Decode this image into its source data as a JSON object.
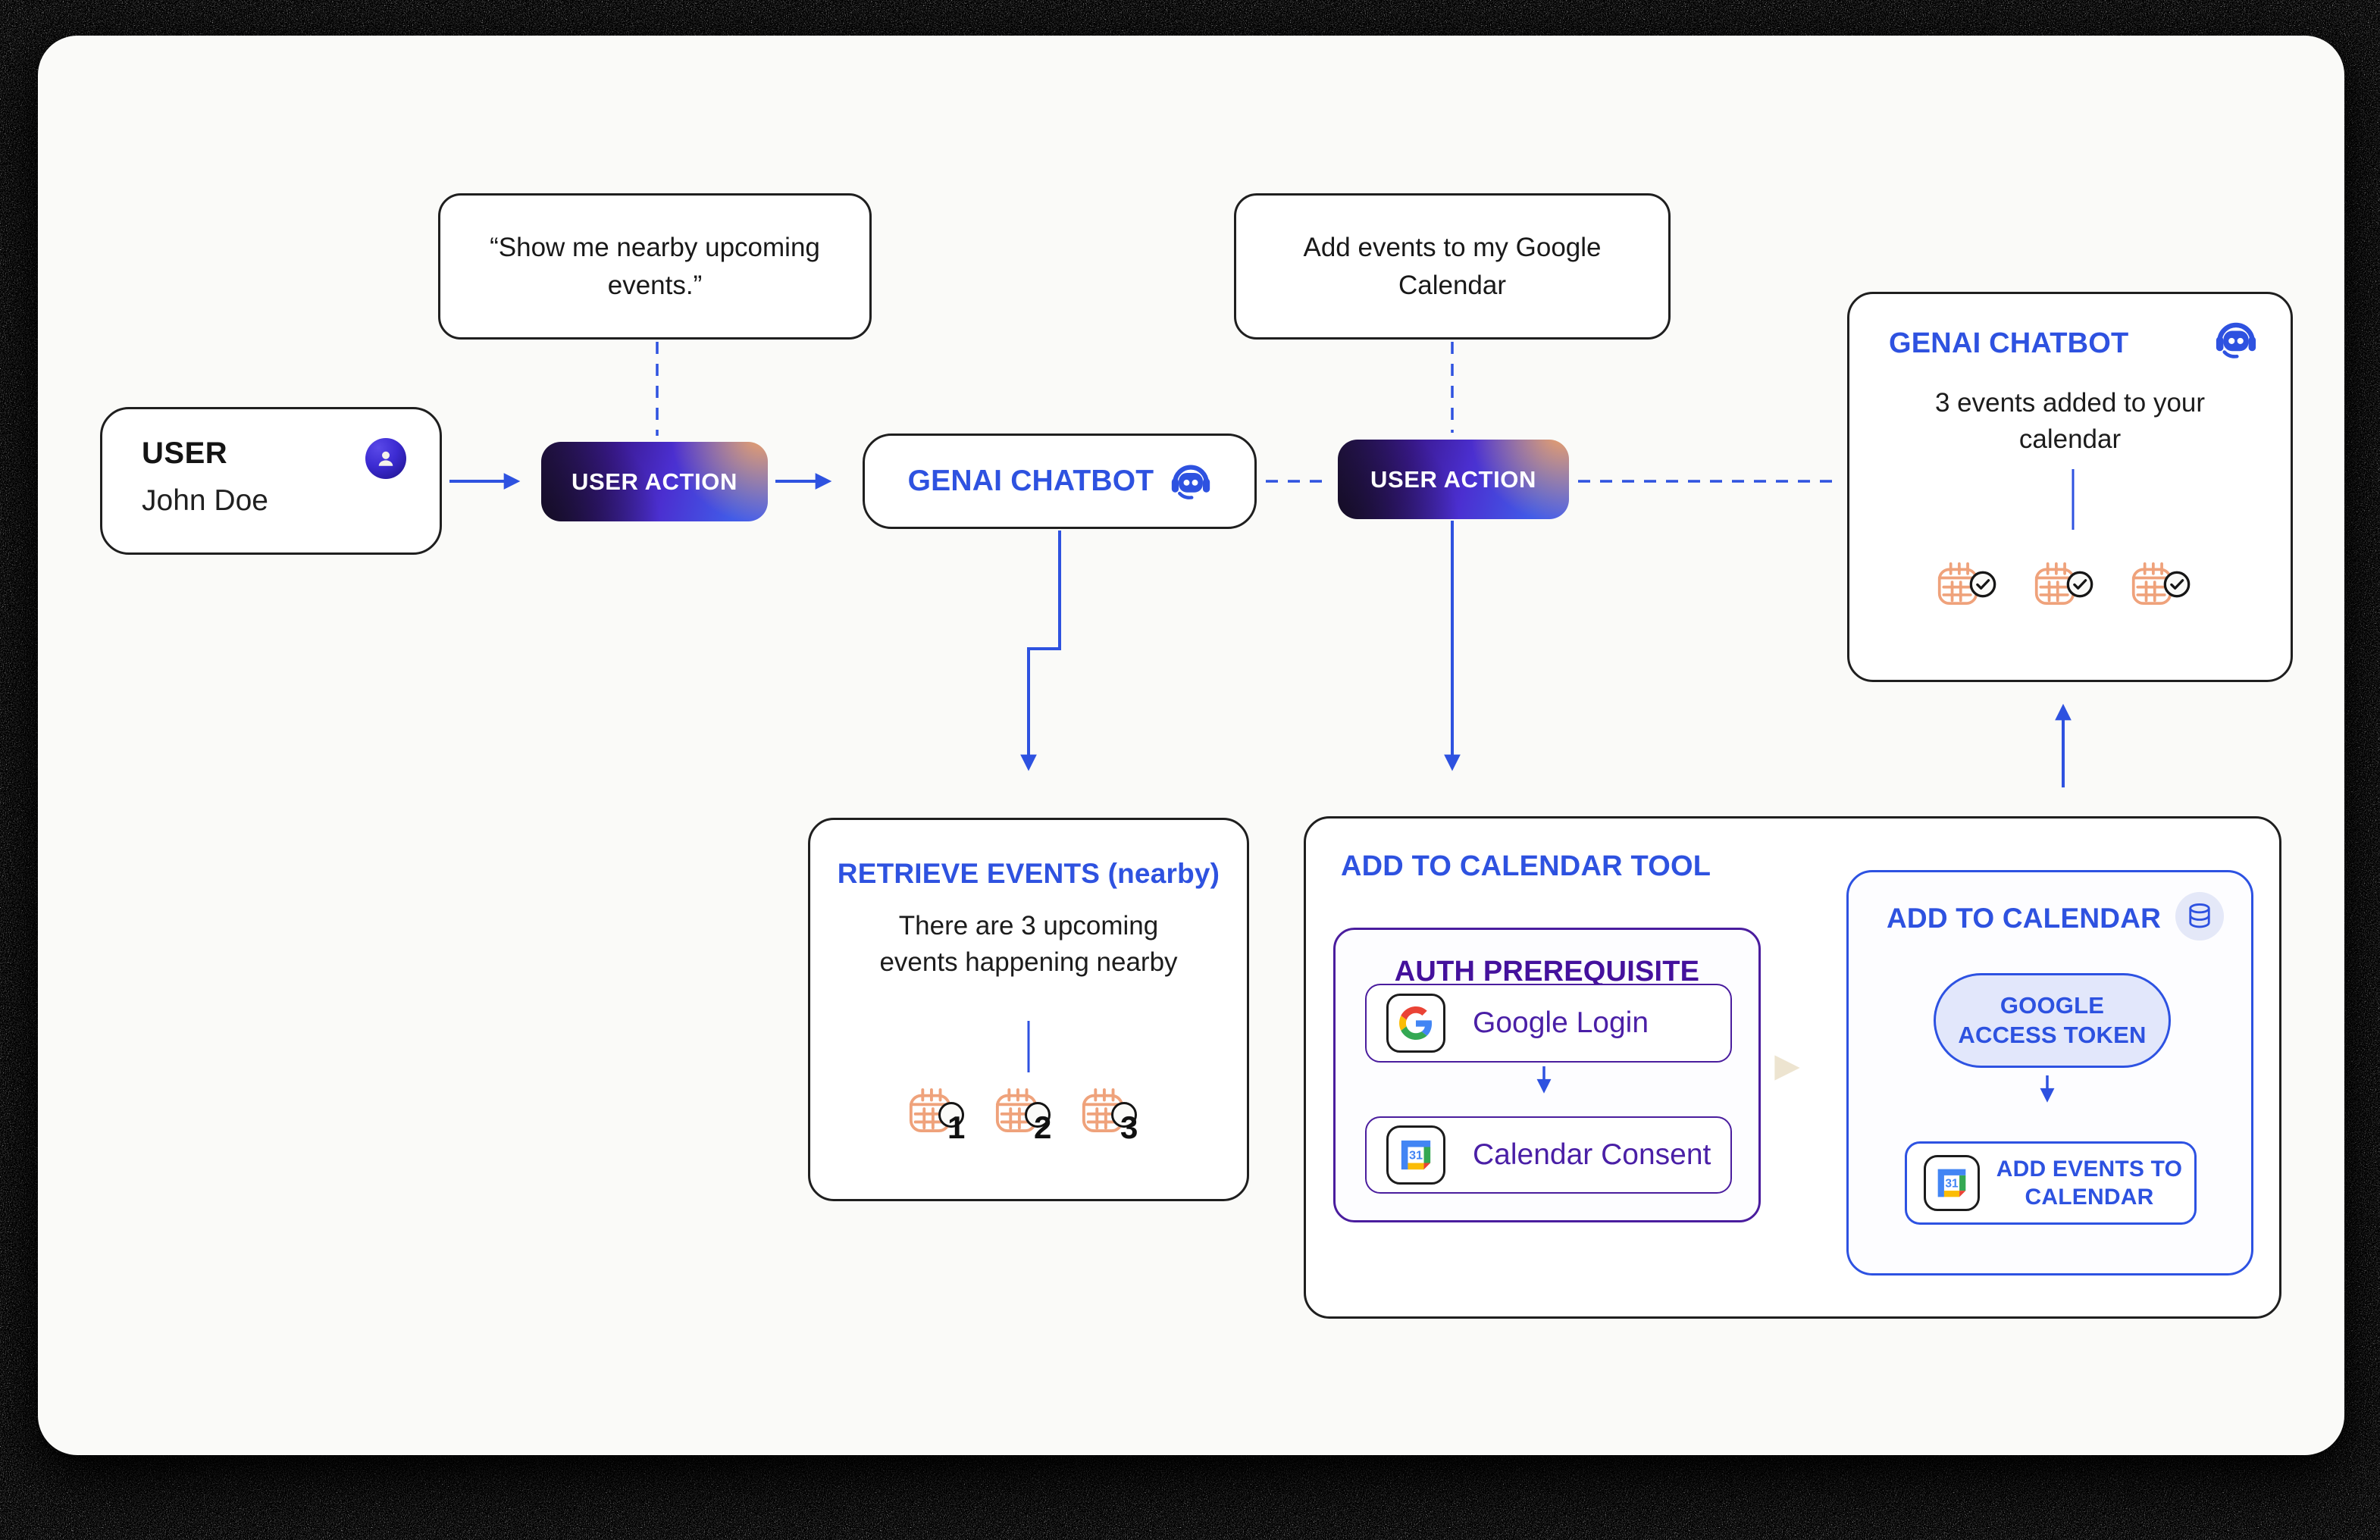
{
  "palette": {
    "blue": "#2E52E0",
    "purple_text": "#44119C",
    "purple_border": "#4A1D9E",
    "orange_calendar": "#EFA27B",
    "dark_border": "#1F1F1F",
    "action_gradient": [
      "#221245",
      "#4B2FD0",
      "#415BE8",
      "#F0A266"
    ]
  },
  "speech_bubble_1": {
    "text": "“Show me nearby upcoming events.”"
  },
  "speech_bubble_2": {
    "text": "Add events to my Google Calendar"
  },
  "user_card": {
    "title": "USER",
    "name": "John Doe",
    "icon": "person-icon"
  },
  "user_action_1": {
    "label": "USER ACTION"
  },
  "user_action_2": {
    "label": "USER ACTION"
  },
  "genai_chatbot": {
    "label": "GENAI CHATBOT",
    "icon": "robot-icon"
  },
  "genai_result": {
    "title": "GENAI CHATBOT",
    "icon": "robot-icon",
    "message": "3  events added to your calendar",
    "event_count": 3
  },
  "retrieve_events": {
    "title": "RETRIEVE EVENTS (nearby)",
    "message": "There are 3 upcoming events happening nearby",
    "event_numbers": [
      "1",
      "2",
      "3"
    ]
  },
  "add_to_calendar_tool": {
    "title": "ADD TO CALENDAR TOOL",
    "auth_prerequisite": {
      "title": "AUTH PREREQUISITE",
      "google_login_label": "Google Login",
      "calendar_consent_label": "Calendar Consent"
    },
    "add_to_calendar": {
      "title": "ADD TO CALENDAR",
      "icon": "database-icon",
      "token_label": "GOOGLE ACCESS TOKEN",
      "add_events_label": "ADD EVENTS TO CALENDAR"
    }
  },
  "icons": {
    "person": "person-icon",
    "robot": "robot-icon",
    "calendar": "calendar-icon",
    "check": "check-circle-icon",
    "google": "google-g-icon",
    "google_calendar": "google-calendar-icon",
    "database": "database-icon",
    "calendar_day": "31"
  }
}
